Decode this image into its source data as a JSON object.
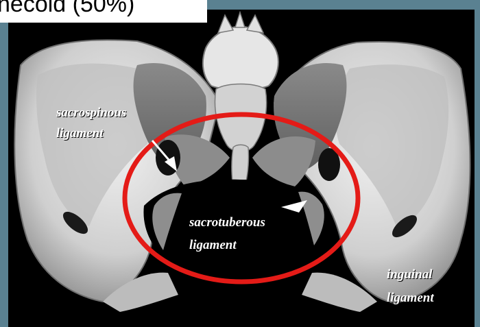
{
  "slide": {
    "title": "necoid (50%)",
    "colors": {
      "frame": "#5a8191",
      "background": "#000000",
      "bone": "#d9d9d9",
      "highlight": "#e41b17"
    }
  },
  "image": {
    "labels": {
      "sacrospinous_line1": "sacrospinous",
      "sacrospinous_line2": "ligament",
      "sacrotuberous_line1": "sacrotuberous",
      "sacrotuberous_line2": "ligament",
      "inguinal_line1": "inguinal",
      "inguinal_line2": "ligament"
    }
  }
}
